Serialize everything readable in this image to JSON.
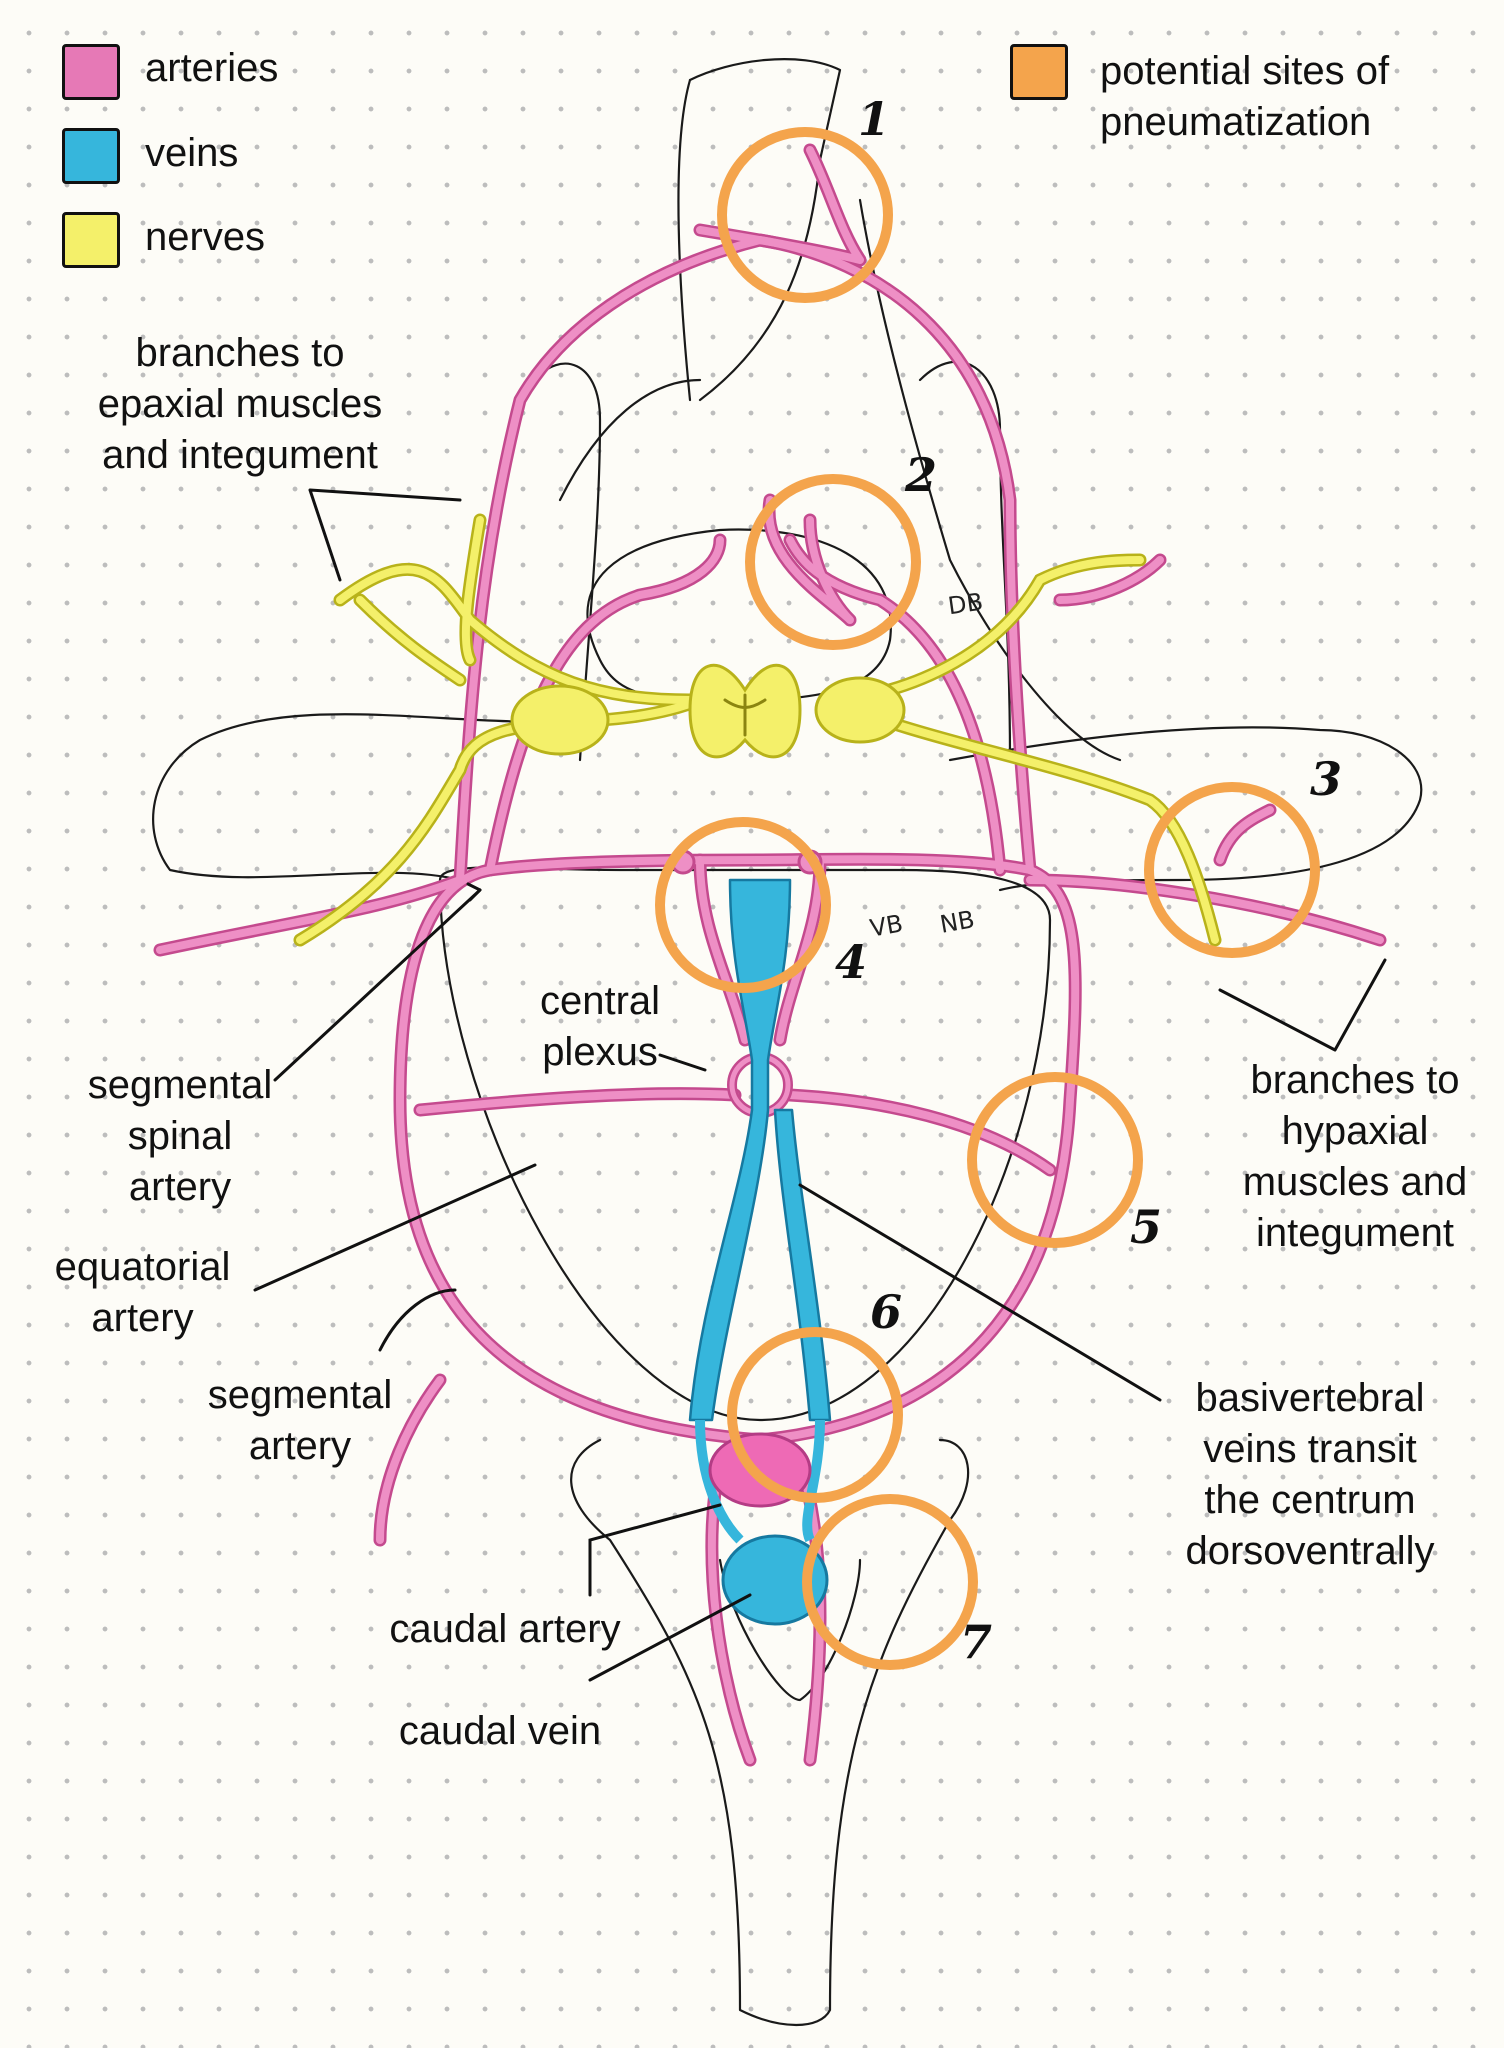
{
  "colors": {
    "artery": "#e679b6",
    "vein": "#36b6dc",
    "nerve": "#f4f06a",
    "pneumatization": "#f4a44c",
    "outline": "#111111"
  },
  "legend": {
    "arteries": "arteries",
    "veins": "veins",
    "nerves": "nerves",
    "pneumatization": "potential sites of\npneumatization"
  },
  "labels": {
    "epaxial_branches": "branches to\nepaxial muscles\nand integument",
    "hypaxial_branches": "branches to\nhypaxial\nmuscles and\nintegument",
    "central_plexus": "central\nplexus",
    "segmental_spinal_artery": "segmental\nspinal\nartery",
    "equatorial_artery": "equatorial\nartery",
    "segmental_artery": "segmental\nartery",
    "basivertebral_veins": "basivertebral\nveins transit\nthe centrum\ndorsoventrally",
    "caudal_artery": "caudal artery",
    "caudal_vein": "caudal vein"
  },
  "site_numbers": [
    "1",
    "2",
    "3",
    "4",
    "5",
    "6",
    "7"
  ],
  "abbreviations": {
    "db": "DB",
    "vb": "VB",
    "nb": "NB"
  }
}
